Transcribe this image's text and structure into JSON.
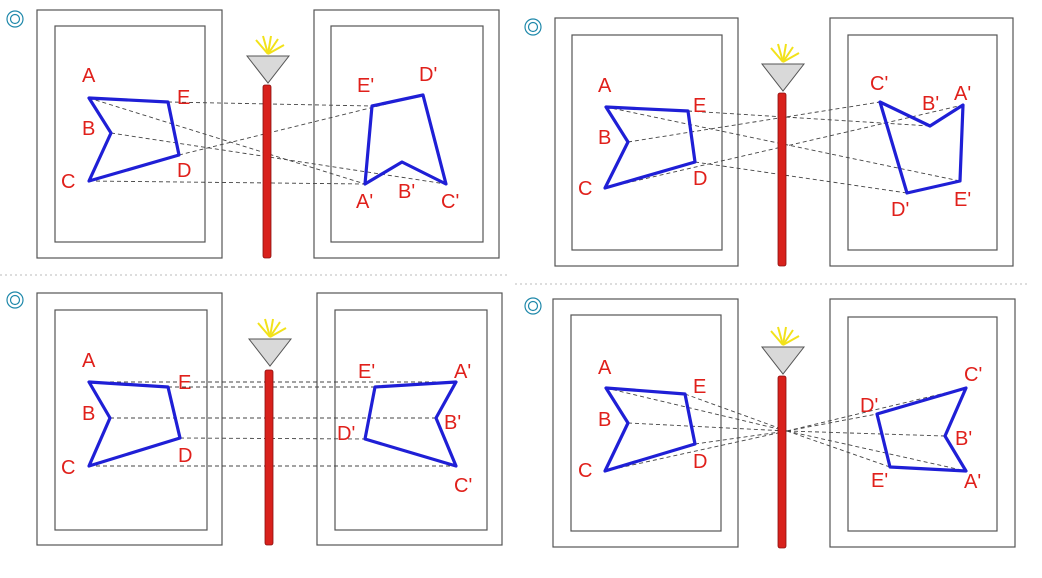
{
  "colors": {
    "shape": "#1f1fd6",
    "label": "#e0201b",
    "pole": "#d8211c",
    "frame": "#555555",
    "ray": "#444444",
    "divider": "#bbbbbb",
    "lamp_fill": "#d9d9d9",
    "lamp_rays": "#f2e21a",
    "radio": "#1e88aa"
  },
  "icons": {
    "option_marker": "radio-circle-icon",
    "light": "lamp-icon"
  },
  "options": [
    {
      "id": "top-left",
      "object_labels": {
        "A": "A",
        "B": "B",
        "C": "C",
        "D": "D",
        "E": "E"
      },
      "image_labels": {
        "A": "A'",
        "B": "B'",
        "C": "C'",
        "D": "D'",
        "E": "E'"
      }
    },
    {
      "id": "top-right",
      "object_labels": {
        "A": "A",
        "B": "B",
        "C": "C",
        "D": "D",
        "E": "E"
      },
      "image_labels": {
        "A": "A'",
        "B": "B'",
        "C": "C'",
        "D": "D'",
        "E": "E'"
      }
    },
    {
      "id": "bottom-left",
      "object_labels": {
        "A": "A",
        "B": "B",
        "C": "C",
        "D": "D",
        "E": "E"
      },
      "image_labels": {
        "A": "A'",
        "B": "B'",
        "C": "C'",
        "D": "D'",
        "E": "E'"
      }
    },
    {
      "id": "bottom-right",
      "object_labels": {
        "A": "A",
        "B": "B",
        "C": "C",
        "D": "D",
        "E": "E"
      },
      "image_labels": {
        "A": "A'",
        "B": "B'",
        "C": "C'",
        "D": "D'",
        "E": "E'"
      }
    }
  ]
}
